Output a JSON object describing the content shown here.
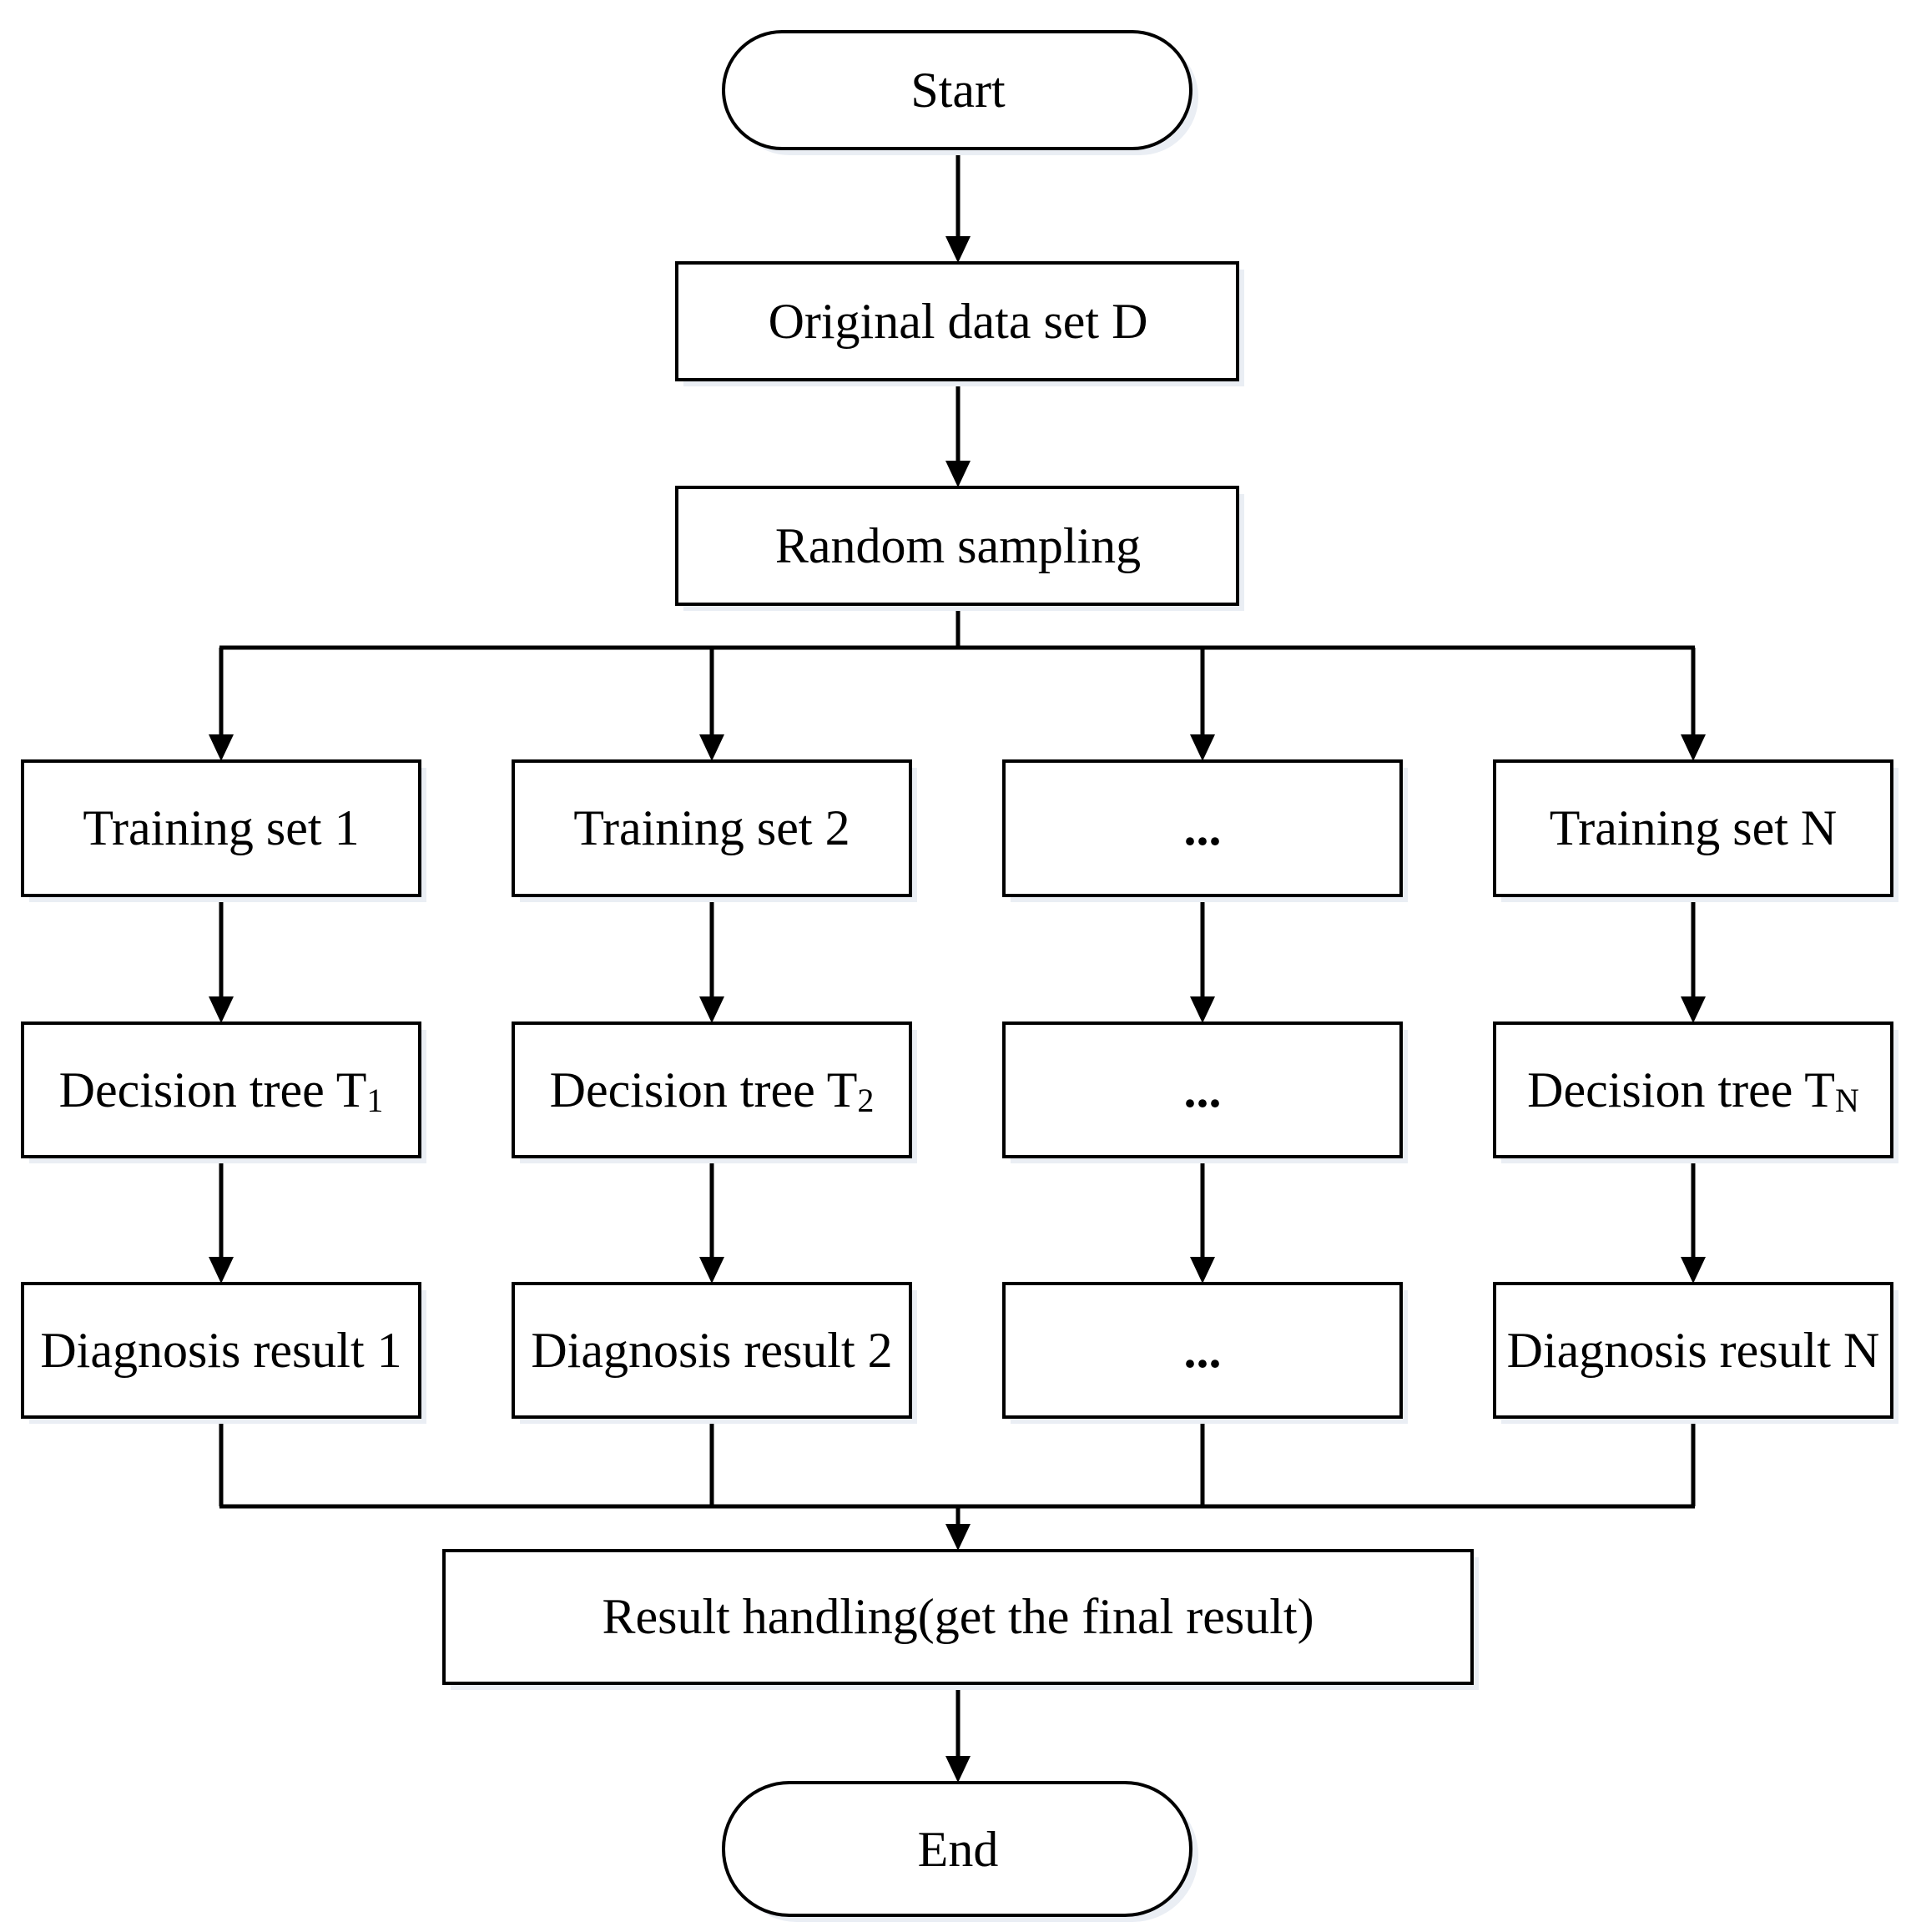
{
  "nodes": {
    "start": "Start",
    "original": "Original data set D",
    "sampling": "Random sampling",
    "training_1": "Training set 1",
    "training_2": "Training set 2",
    "training_3": "...",
    "training_n": "Training set N",
    "tree_1_base": "Decision tree T",
    "tree_1_sub": "1",
    "tree_2_base": "Decision tree T",
    "tree_2_sub": "2",
    "tree_3": "...",
    "tree_n_base": "Decision tree T",
    "tree_n_sub": "N",
    "diag_1": "Diagnosis result 1",
    "diag_2": "Diagnosis result 2",
    "diag_3": "...",
    "diag_n": "Diagnosis result N",
    "result": "Result handling(get the final result)",
    "end": "End"
  },
  "colors": {
    "stroke": "#000000",
    "fill": "#ffffff",
    "shadow": "#eaeef4"
  }
}
